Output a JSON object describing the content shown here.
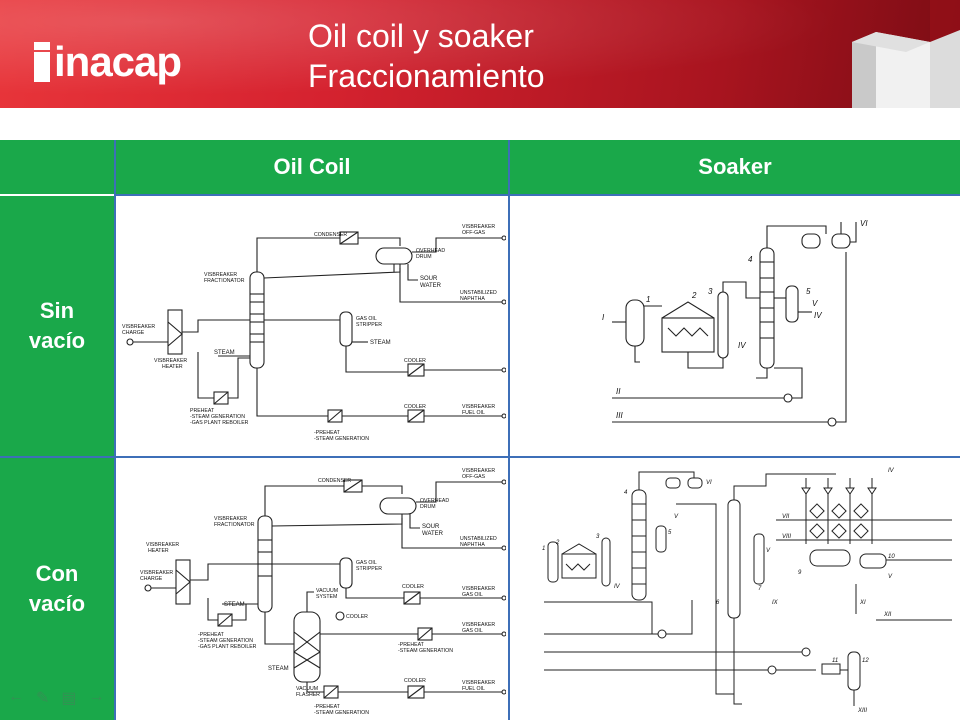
{
  "header": {
    "logo_text": "inacap",
    "title_line1": "Oil coil y soaker",
    "title_line2": "Fraccionamiento"
  },
  "table": {
    "col_headers": [
      "Oil Coil",
      "Soaker"
    ],
    "row_labels": [
      {
        "line1": "Sin",
        "line2": "vacío"
      },
      {
        "line1": "Con",
        "line2": "vacío"
      }
    ]
  },
  "diagram_sin_vacio": {
    "labels": {
      "condenser": "CONDENSER",
      "overhead_drum_1": "OVERHEAD",
      "overhead_drum_2": "DRUM",
      "offgas_1": "VISBREAKER",
      "offgas_2": "OFF-GAS",
      "sour_1": "SOUR",
      "sour_2": "WATER",
      "naphtha_1": "UNSTABILIZED",
      "naphtha_2": "NAPHTHA",
      "fract_1": "VISBREAKER",
      "fract_2": "FRACTIONATOR",
      "stripper_1": "GAS OIL",
      "stripper_2": "STRIPPER",
      "steam": "STEAM",
      "steam2": "STEAM",
      "charge_1": "VISBREAKER",
      "charge_2": "CHARGE",
      "heater_1": "VISBREAKER",
      "heater_2": "HEATER",
      "cooler1": "COOLER",
      "cooler2": "COOLER",
      "fueloil_1": "VISBREAKER",
      "fueloil_2": "FUEL OIL",
      "preheat_1": "PREHEAT",
      "preheat_2": "-STEAM GENERATION",
      "preheat_3": "-GAS PLANT REBOILER",
      "preheat2_1": "-PREHEAT",
      "preheat2_2": "-STEAM GENERATION"
    }
  },
  "diagram_con_vacio": {
    "labels": {
      "condenser": "CONDENSER",
      "overhead_drum_1": "OVERHEAD",
      "overhead_drum_2": "DRUM",
      "offgas_1": "VISBREAKER",
      "offgas_2": "OFF-GAS",
      "sour_1": "SOUR",
      "sour_2": "WATER",
      "naphtha_1": "UNSTABILIZED",
      "naphtha_2": "NAPHTHA",
      "fract_1": "VISBREAKER",
      "fract_2": "FRACTIONATOR",
      "heater_1": "VISBREAKER",
      "heater_2": "HEATER",
      "charge_1": "VISBREAKER",
      "charge_2": "CHARGE",
      "stripper_1": "GAS OIL",
      "stripper_2": "STRIPPER",
      "vacuum_sys_1": "VACUUM",
      "vacuum_sys_2": "SYSTEM",
      "cooler_v": "COOLER",
      "cooler1": "COOLER",
      "gasoil_1": "VISBREAKER",
      "gasoil_2": "GAS OIL",
      "steam": "STEAM",
      "steam2": "STEAM",
      "flasher_1": "VACUUM",
      "flasher_2": "FLASHER",
      "gasoil2_1": "VISBREAKER",
      "gasoil2_2": "GAS OIL",
      "preheat_1": "-PREHEAT",
      "preheat_2": "-STEAM GENERATION",
      "preheat_3": "-GAS PLANT REBOILER",
      "preheat2_1": "-PREHEAT",
      "preheat2_2": "-STEAM GENERATION",
      "cooler2": "COOLER",
      "fueloil_1": "VISBREAKER",
      "fueloil_2": "FUEL OIL",
      "preheat3_1": "-PREHEAT",
      "preheat3_2": "-STEAM GENERATION"
    }
  },
  "soaker_sin_vacio": {
    "labels": {
      "n1": "1",
      "n2": "2",
      "n3": "3",
      "n4": "4",
      "n5": "5",
      "nI": "I",
      "nII": "II",
      "nIII": "III",
      "nIV": "IV",
      "nIVb": "IV",
      "nV": "V",
      "nVI": "VI"
    }
  },
  "soaker_con_vacio": {
    "labels": {
      "n1": "1",
      "n2": "2",
      "n3": "3",
      "n4": "4",
      "n5": "5",
      "n6": "6",
      "n7": "7",
      "n9": "9",
      "n10": "10",
      "n11": "11",
      "n12": "12",
      "nIV": "IV",
      "nV": "V",
      "nVb": "V",
      "nVI": "VI",
      "nVII": "VII",
      "nVIII": "VIII",
      "nIX": "IX",
      "nXI": "XI",
      "nXII": "XII",
      "nXIII": "XIII",
      "nIVb": "IV",
      "nVc": "V"
    }
  }
}
